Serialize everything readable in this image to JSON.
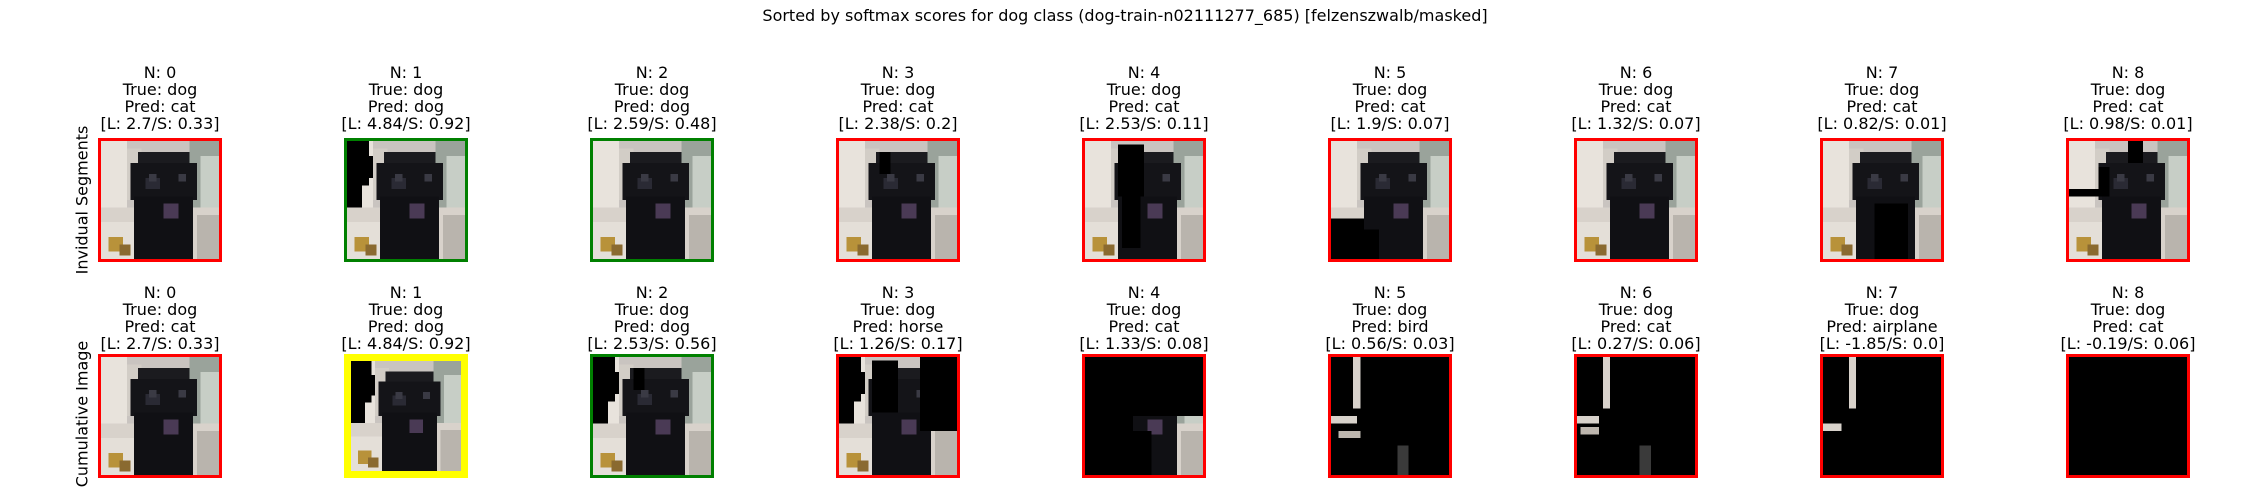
{
  "title": "Sorted by softmax scores for dog class (dog-train-n02111277_685) [felzenszwalb/masked]",
  "row_labels": [
    "Invidual Segments",
    "Cumulative Image"
  ],
  "colors": {
    "correct": "#008000",
    "incorrect": "#ff0000",
    "highlight": "#ffff00"
  },
  "rows": [
    {
      "panels": [
        {
          "n": "N: 0",
          "true": "True: dog",
          "pred": "Pred: cat",
          "scores": "[L: 2.7/S: 0.33]",
          "border": "incorrect"
        },
        {
          "n": "N: 1",
          "true": "True: dog",
          "pred": "Pred: dog",
          "scores": "[L: 4.84/S: 0.92]",
          "border": "correct"
        },
        {
          "n": "N: 2",
          "true": "True: dog",
          "pred": "Pred: dog",
          "scores": "[L: 2.59/S: 0.48]",
          "border": "correct"
        },
        {
          "n": "N: 3",
          "true": "True: dog",
          "pred": "Pred: cat",
          "scores": "[L: 2.38/S: 0.2]",
          "border": "incorrect"
        },
        {
          "n": "N: 4",
          "true": "True: dog",
          "pred": "Pred: cat",
          "scores": "[L: 2.53/S: 0.11]",
          "border": "incorrect"
        },
        {
          "n": "N: 5",
          "true": "True: dog",
          "pred": "Pred: cat",
          "scores": "[L: 1.9/S: 0.07]",
          "border": "incorrect"
        },
        {
          "n": "N: 6",
          "true": "True: dog",
          "pred": "Pred: cat",
          "scores": "[L: 1.32/S: 0.07]",
          "border": "incorrect"
        },
        {
          "n": "N: 7",
          "true": "True: dog",
          "pred": "Pred: cat",
          "scores": "[L: 0.82/S: 0.01]",
          "border": "incorrect"
        },
        {
          "n": "N: 8",
          "true": "True: dog",
          "pred": "Pred: cat",
          "scores": "[L: 0.98/S: 0.01]",
          "border": "incorrect"
        }
      ]
    },
    {
      "panels": [
        {
          "n": "N: 0",
          "true": "True: dog",
          "pred": "Pred: cat",
          "scores": "[L: 2.7/S: 0.33]",
          "border": "incorrect"
        },
        {
          "n": "N: 1",
          "true": "True: dog",
          "pred": "Pred: dog",
          "scores": "[L: 4.84/S: 0.92]",
          "border": "highlight"
        },
        {
          "n": "N: 2",
          "true": "True: dog",
          "pred": "Pred: dog",
          "scores": "[L: 2.53/S: 0.56]",
          "border": "correct"
        },
        {
          "n": "N: 3",
          "true": "True: dog",
          "pred": "Pred: horse",
          "scores": "[L: 1.26/S: 0.17]",
          "border": "incorrect"
        },
        {
          "n": "N: 4",
          "true": "True: dog",
          "pred": "Pred: cat",
          "scores": "[L: 1.33/S: 0.08]",
          "border": "incorrect"
        },
        {
          "n": "N: 5",
          "true": "True: dog",
          "pred": "Pred: bird",
          "scores": "[L: 0.56/S: 0.03]",
          "border": "incorrect"
        },
        {
          "n": "N: 6",
          "true": "True: dog",
          "pred": "Pred: cat",
          "scores": "[L: 0.27/S: 0.06]",
          "border": "incorrect"
        },
        {
          "n": "N: 7",
          "true": "True: dog",
          "pred": "Pred: airplane",
          "scores": "[L: -1.85/S: 0.0]",
          "border": "incorrect"
        },
        {
          "n": "N: 8",
          "true": "True: dog",
          "pred": "Pred: cat",
          "scores": "[L: -0.19/S: 0.06]",
          "border": "incorrect"
        }
      ]
    }
  ]
}
